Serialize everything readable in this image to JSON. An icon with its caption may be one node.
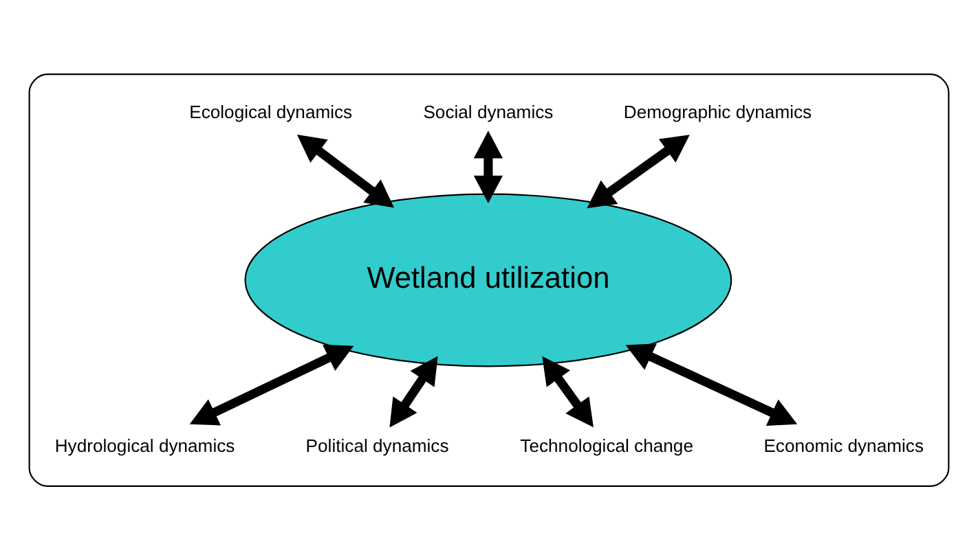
{
  "diagram": {
    "nodes": [
      {
        "text": [],
        "shape": "ellipse"
      },
      {
        "text": [
          "Demographic dynamics"
        ],
        "in": 0
      },
      {
        "text": [
          "Social dynamics"
        ],
        "in": 0
      },
      {
        "text": [
          "Ecological dynamics"
        ],
        "in": 0
      },
      {
        "text": [
          "Wetland utilization"
        ],
        "in": 0
      },
      {
        "text": [
          "Hydrological dynamics"
        ],
        "in": 0
      },
      {
        "text": [
          "Political dynamics"
        ],
        "in": 0
      },
      {
        "text": [
          "Technological change"
        ],
        "in": 0
      },
      {
        "text": [
          "Economic dynamics"
        ],
        "in": 0
      }
    ],
    "edges": [
      {
        "from": 2,
        "to": 4,
        "arrow": "both"
      },
      {
        "from": 1,
        "to": 4,
        "arrow": "both"
      },
      {
        "from": 3,
        "to": 4,
        "arrow": "both"
      },
      {
        "from": 4,
        "to": 6,
        "arrow": "both"
      },
      {
        "from": 4,
        "to": 8,
        "arrow": "both"
      },
      {
        "from": 4,
        "to": 7,
        "arrow": "both"
      },
      {
        "from": 4,
        "to": 5,
        "arrow": "both"
      }
    ]
  }
}
